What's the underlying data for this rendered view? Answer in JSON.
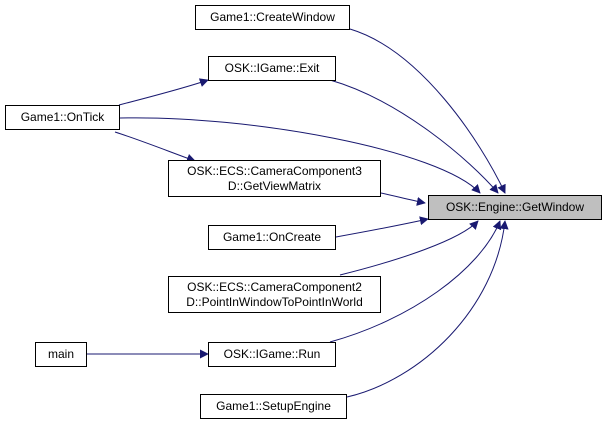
{
  "graph": {
    "target": {
      "label": "OSK::Engine::GetWindow"
    },
    "callers": {
      "create_window": {
        "label": "Game1::CreateWindow"
      },
      "igame_exit": {
        "label": "OSK::IGame::Exit"
      },
      "on_tick": {
        "label": "Game1::OnTick"
      },
      "camera3d": {
        "line1": "OSK::ECS::CameraComponent3",
        "line2": "D::GetViewMatrix"
      },
      "on_create": {
        "label": "Game1::OnCreate"
      },
      "camera2d": {
        "line1": "OSK::ECS::CameraComponent2",
        "line2": "D::PointInWindowToPointInWorld"
      },
      "main": {
        "label": "main"
      },
      "igame_run": {
        "label": "OSK::IGame::Run"
      },
      "setup_engine": {
        "label": "Game1::SetupEngine"
      }
    },
    "colors": {
      "edge": "#191970",
      "target_fill": "#bfbfbf",
      "node_border": "#000000"
    }
  }
}
